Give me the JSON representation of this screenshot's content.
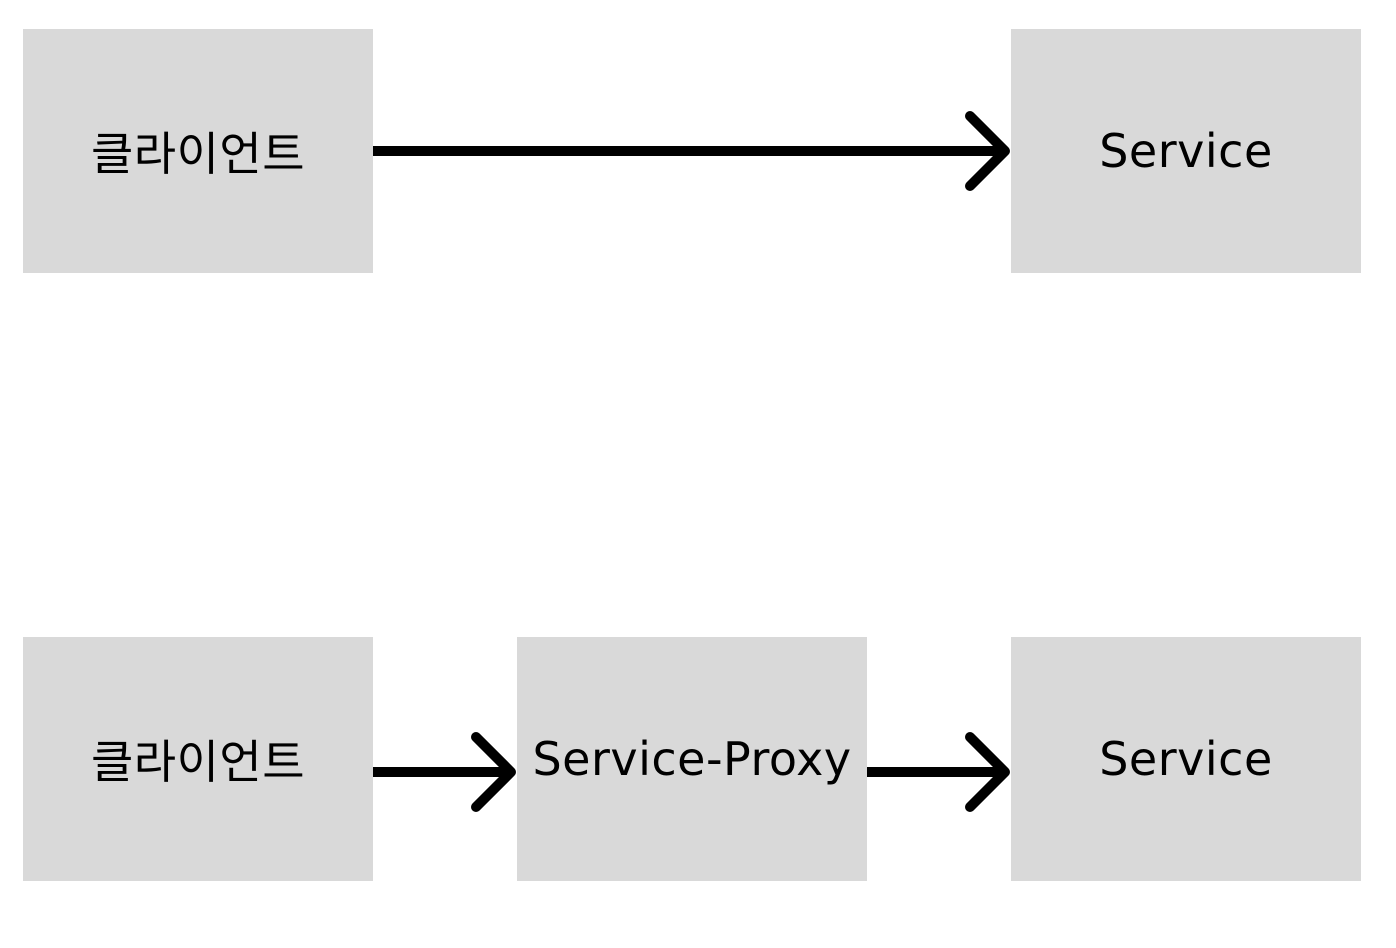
{
  "diagrams": {
    "direct": {
      "client_label": "클라이언트",
      "service_label": "Service"
    },
    "proxied": {
      "client_label": "클라이언트",
      "proxy_label": "Service-Proxy",
      "service_label": "Service"
    }
  },
  "colors": {
    "box_fill": "#d9d9d9",
    "arrow": "#000000",
    "text": "#000000",
    "background": "#ffffff"
  }
}
